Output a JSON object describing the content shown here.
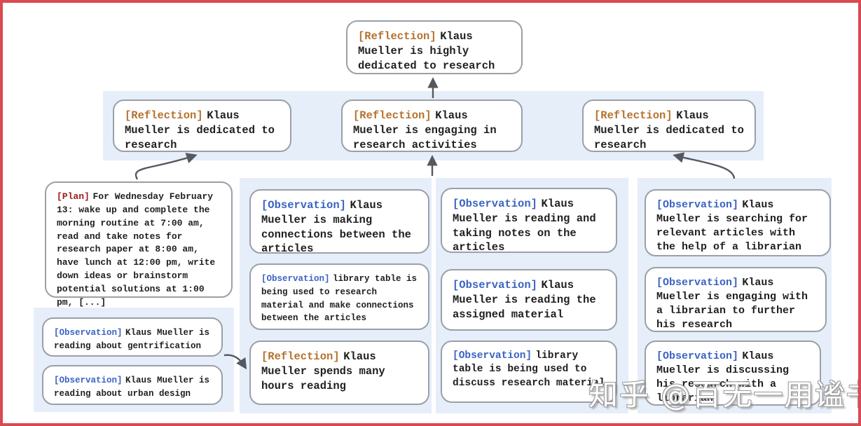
{
  "tags": {
    "reflection": {
      "label": "[Reflection]",
      "color": "#b5722e"
    },
    "plan": {
      "label": "[Plan]",
      "color": "#9b1c1c"
    },
    "observation": {
      "label": "[Observation]",
      "color": "#3a63c2"
    }
  },
  "boxes": {
    "root": {
      "tag": "reflection",
      "text": "Klaus Mueller is highly dedicated to research"
    },
    "reflection_left": {
      "tag": "reflection",
      "text": "Klaus Mueller is dedicated to research"
    },
    "reflection_mid": {
      "tag": "reflection",
      "text": "Klaus Mueller is engaging in research activities"
    },
    "reflection_right": {
      "tag": "reflection",
      "text": "Klaus Mueller is dedicated to research"
    },
    "plan": {
      "tag": "plan",
      "text": "For Wednesday February 13: wake up and complete the morning routine at 7:00 am, read and take notes for research paper at 8:00 am, have lunch at 12:00 pm, write down ideas or brainstorm potential solutions at 1:00 pm, [...]"
    },
    "obs_gentrification": {
      "tag": "observation",
      "text": "Klaus Mueller is reading about gentrification"
    },
    "obs_urban_design": {
      "tag": "observation",
      "text": "Klaus Mueller is reading about urban design"
    },
    "obs_connections": {
      "tag": "observation",
      "text": "Klaus Mueller is making connections between the articles"
    },
    "obs_library_research": {
      "tag": "observation",
      "text": "library table is being used to research material and make connections between the articles"
    },
    "reflection_hours": {
      "tag": "reflection",
      "text": "Klaus Mueller spends many hours reading"
    },
    "obs_taking_notes": {
      "tag": "observation",
      "text": "Klaus Mueller is reading and taking notes on the articles"
    },
    "obs_assigned_material": {
      "tag": "observation",
      "text": "Klaus Mueller is reading the assigned material"
    },
    "obs_library_discuss": {
      "tag": "observation",
      "text": "library table is being used to discuss research material"
    },
    "obs_searching": {
      "tag": "observation",
      "text": "Klaus Mueller is searching for relevant articles with the help of a librarian"
    },
    "obs_engaging": {
      "tag": "observation",
      "text": "Klaus Mueller is engaging with a librarian to further his research"
    },
    "obs_discussing": {
      "tag": "observation",
      "text": "Klaus Mueller is discussing his research with a librarian"
    }
  },
  "watermark": {
    "text": "知乎 @百无一用谧书生"
  },
  "colors": {
    "frame_border": "#d94a52",
    "cluster_bg": "#e6eefa",
    "box_border": "#9aa0a6",
    "body_text": "#1f1f1f",
    "arrow": "#55595e"
  }
}
